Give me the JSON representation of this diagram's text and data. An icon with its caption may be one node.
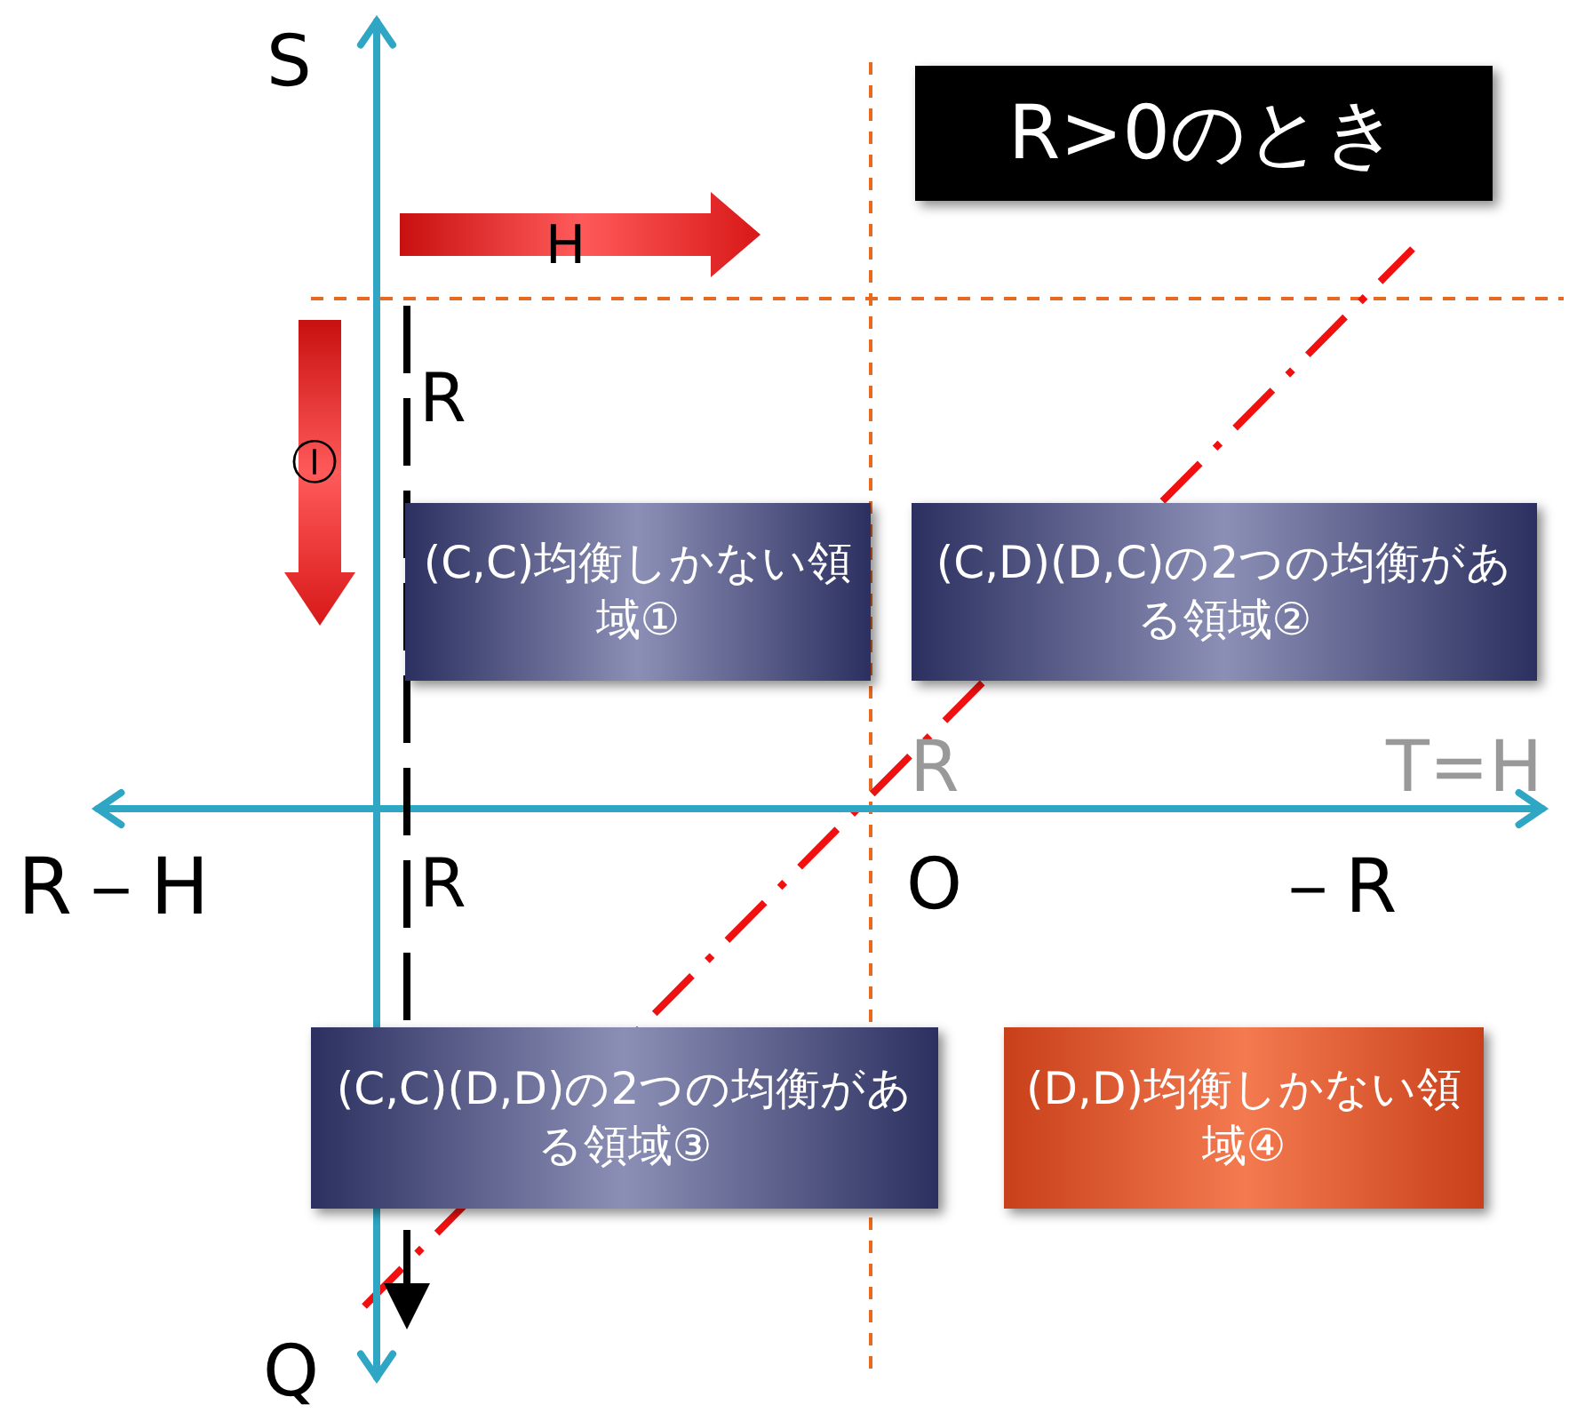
{
  "diagram": {
    "nodes": [
      {
        "text": [
          "R>0のとき"
        ]
      },
      {
        "text": [
          "(C,C)均衡しかない領域①"
        ]
      },
      {
        "text": [
          "(C,D)(D,C)の2つの均衡がある領域②"
        ]
      },
      {
        "text": [
          "(C,C)(D,D)の2つの均衡がある領域③"
        ]
      },
      {
        "text": [
          "(D,D)均衡しかない領域④"
        ]
      }
    ],
    "labels": [
      "S",
      "H",
      "R",
      "Ⓘ",
      "R",
      "T=H",
      "R－H",
      "R",
      "O",
      "－R",
      "Q"
    ]
  }
}
